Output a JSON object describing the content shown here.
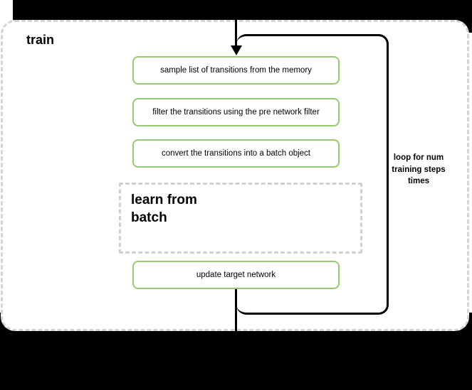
{
  "canvas": {
    "background_color": "#000000",
    "page_color": "#ffffff"
  },
  "container": {
    "title": "train",
    "border_color": "#d4d4d4",
    "border_style": "dashed"
  },
  "flow": {
    "steps": [
      "sample list of transitions from the memory",
      "filter the transitions using the pre network filter",
      "convert the transitions into a batch object"
    ],
    "learn_box_label": "learn from\nbatch",
    "update_step_label": "update target network",
    "loop_annotation": "loop for num\ntraining steps\ntimes"
  },
  "colors": {
    "step_border": "#97ca70",
    "loop_border": "#000000",
    "dashed_box_border": "#d0d0d0",
    "text": "#000000"
  }
}
